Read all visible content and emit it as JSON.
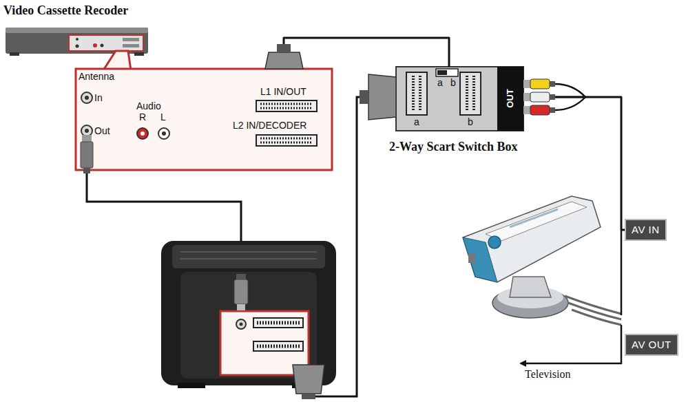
{
  "diagram": {
    "nodes": [
      {
        "text": [
          "Video Cassette Recoder"
        ]
      },
      {
        "text": [
          "Antenna",
          "In",
          "Out",
          "Audio",
          "R",
          "L",
          "L1 IN/OUT",
          "L2 IN/DECODER"
        ]
      },
      {
        "text": [
          "2-Way Scart Switch Box",
          "a",
          "b",
          "a",
          "b",
          "OUT"
        ]
      },
      {
        "text": [
          "AV IN"
        ]
      },
      {
        "text": [
          "AV OUT"
        ]
      }
    ],
    "edges": [
      {
        "from": 1,
        "to": 2,
        "arrow": "none"
      },
      {
        "from": 2,
        "to": 3,
        "arrow": "none"
      }
    ],
    "labels": [
      "Television"
    ]
  }
}
